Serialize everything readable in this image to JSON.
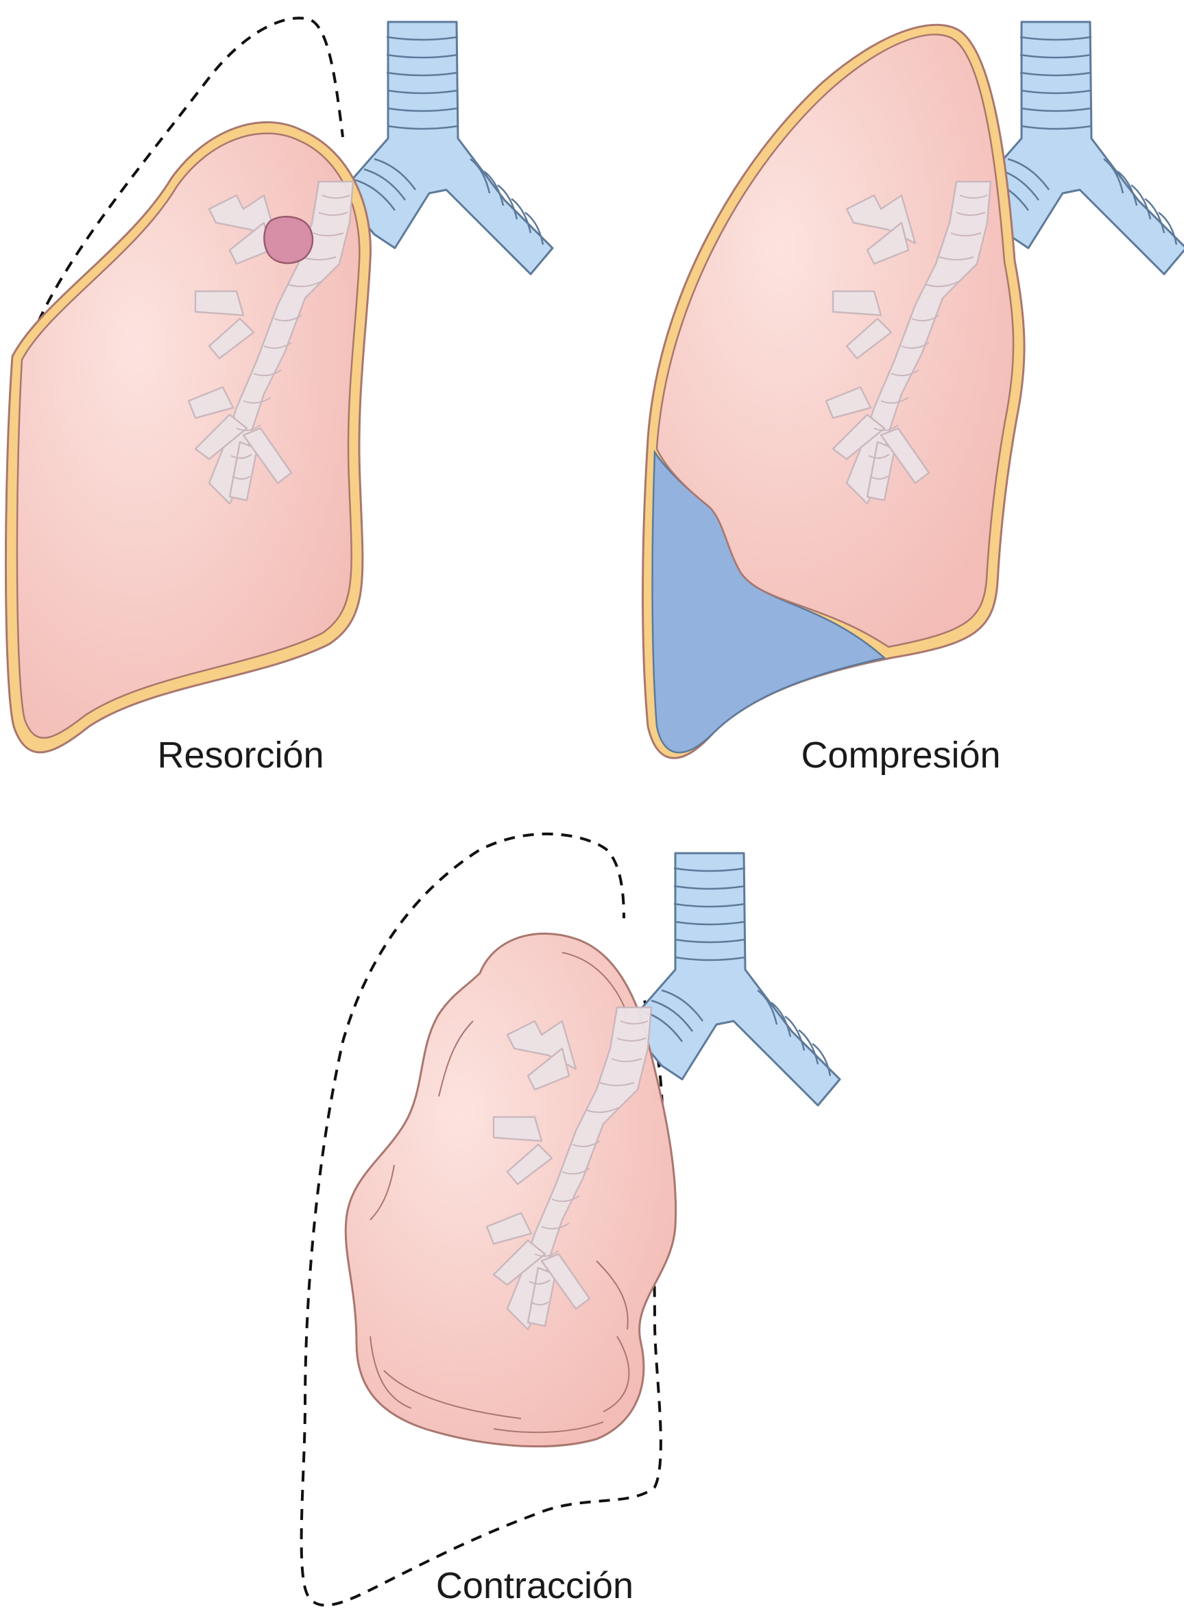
{
  "panels": [
    {
      "caption": "Resorción"
    },
    {
      "caption": "Compresión"
    },
    {
      "caption": "Contracción"
    }
  ],
  "colors": {
    "lung_fill": "#f6c9c4",
    "lung_outline": "#a9776f",
    "pleura": "#f7cf86",
    "airway_fill": "#bcd8f2",
    "airway_outline": "#5d7a9a",
    "bronchial_tree": "#ece3e6",
    "fluid": "#93b2de",
    "obstruction": "#d68fa6",
    "dashed_outline": "#111111"
  }
}
